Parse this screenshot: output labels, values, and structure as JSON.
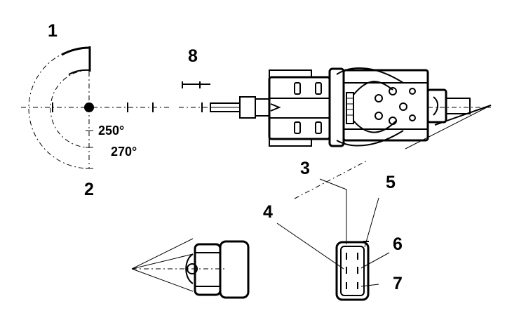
{
  "callouts": {
    "c1": "1",
    "c2": "2",
    "c3": "3",
    "c4": "4",
    "c5": "5",
    "c6": "6",
    "c7": "7",
    "c8": "8"
  },
  "angles": {
    "a250": "250°",
    "a270": "270°"
  }
}
